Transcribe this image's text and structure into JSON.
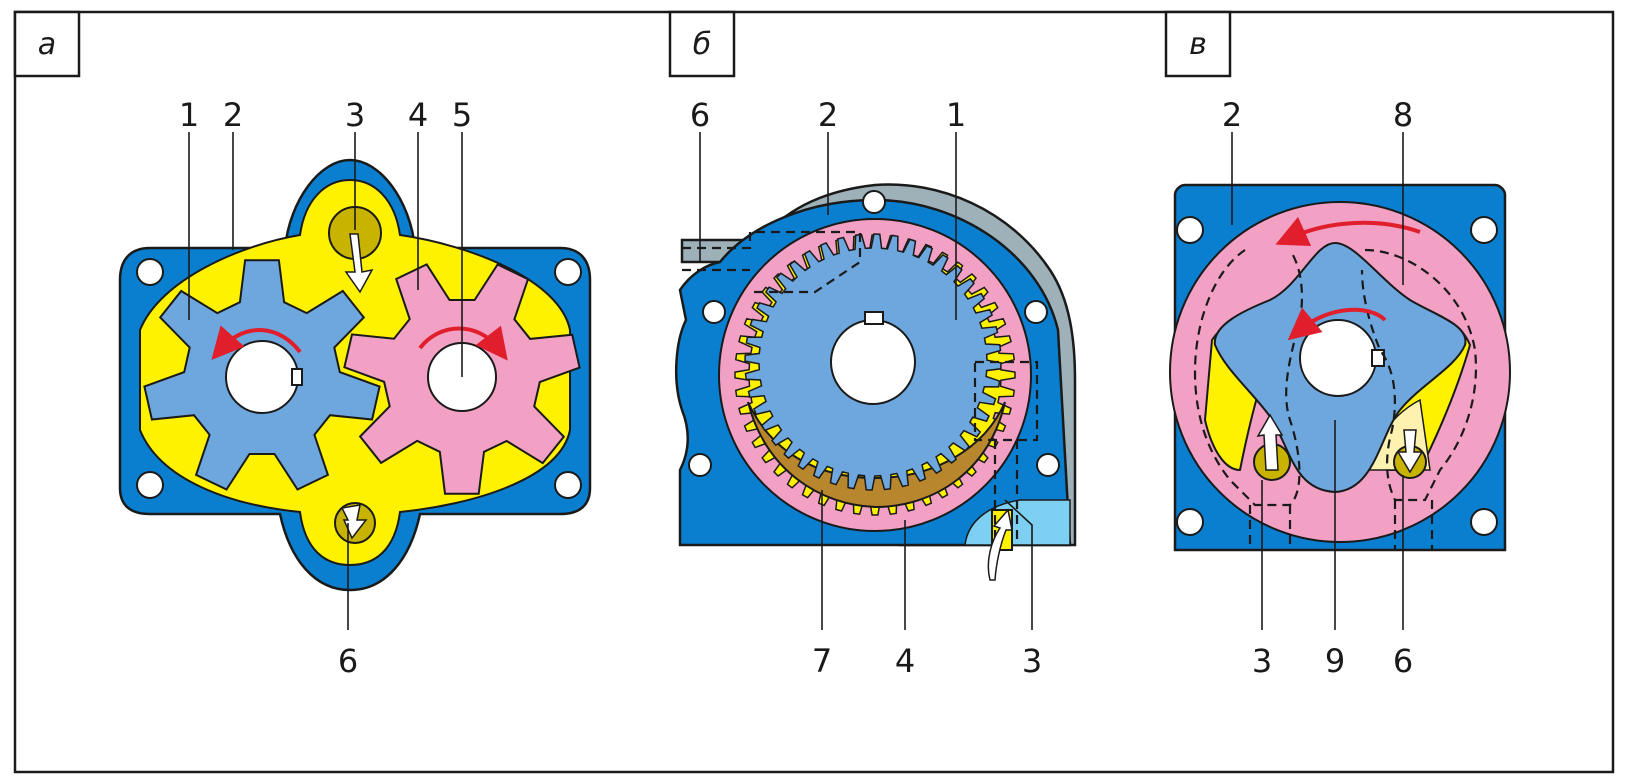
{
  "panels": [
    {
      "letter": "а",
      "callouts": [
        "1",
        "2",
        "3",
        "4",
        "5",
        "6"
      ]
    },
    {
      "letter": "б",
      "callouts": [
        "6",
        "2",
        "1",
        "7",
        "4",
        "3"
      ]
    },
    {
      "letter": "в",
      "callouts": [
        "2",
        "8",
        "3",
        "9",
        "6"
      ]
    }
  ],
  "colors": {
    "housing": "#0a7fd0",
    "gear_blue": "#6ea7dd",
    "gear_pink": "#f2a0c4",
    "oil_yellow": "#fff200",
    "port_olive": "#c8b400",
    "crescent": "#b8862d",
    "cover_grey": "#9eb0b8",
    "inlet_cyan": "#7ed0f2",
    "light_yellow": "#fff2b0",
    "arrow_red": "#e01e2c"
  }
}
